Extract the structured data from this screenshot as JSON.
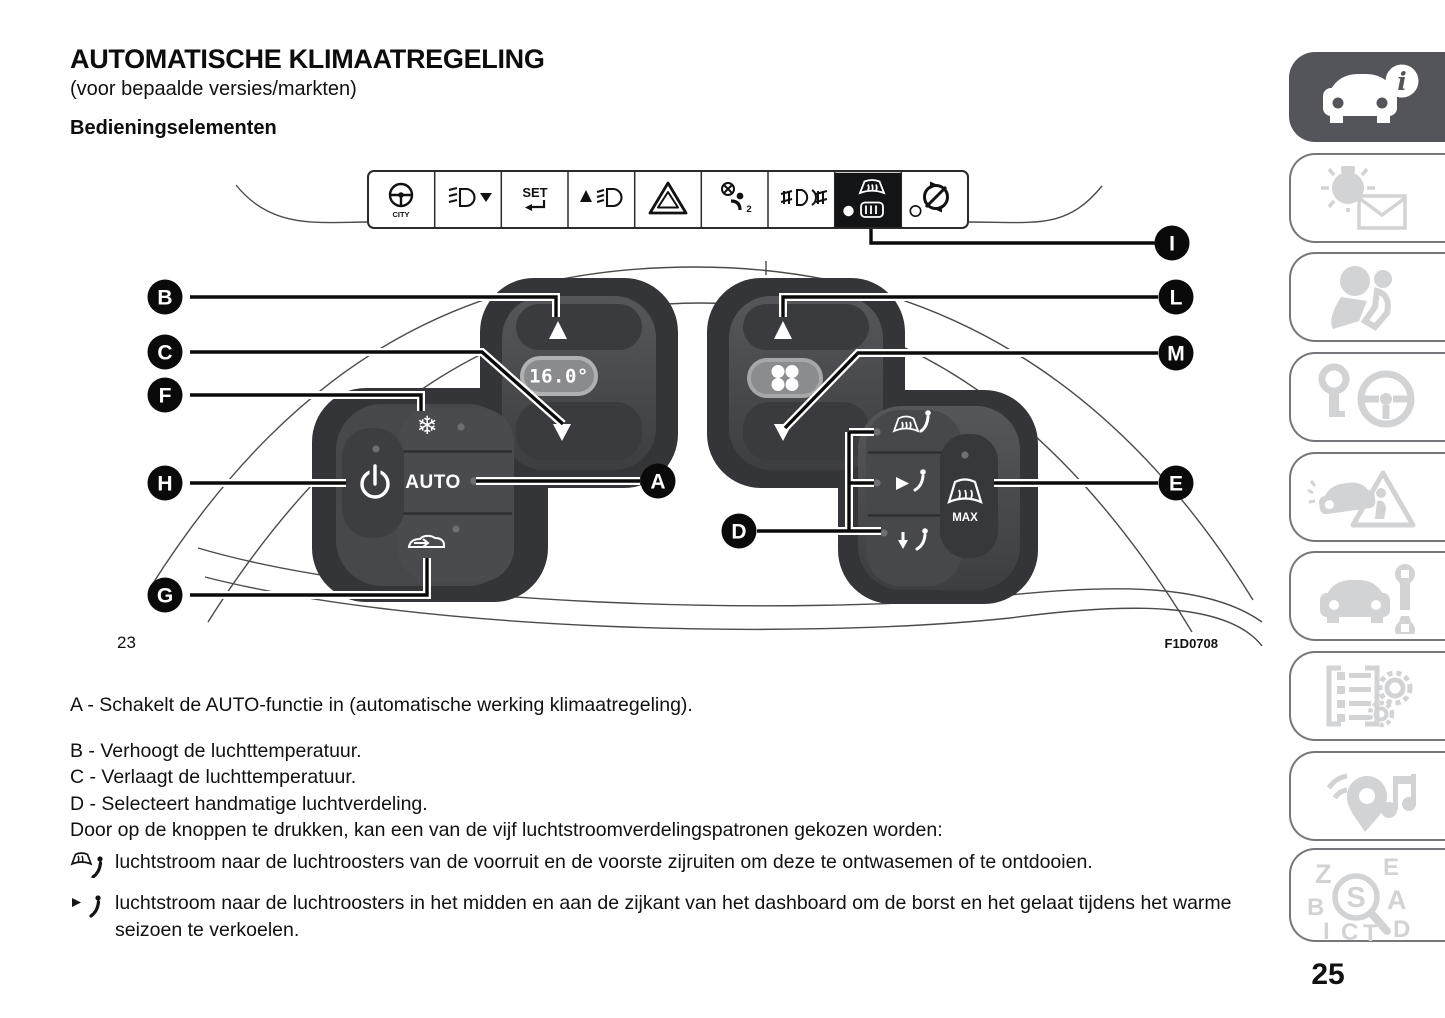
{
  "page": {
    "title": "AUTOMATISCHE KLIMAATREGELING",
    "subtitle": "(voor bepaalde versies/markten)",
    "section_heading": "Bedieningselementen",
    "figure_page_ref": "23",
    "figure_code": "F1D0708",
    "page_number": "25"
  },
  "diagram": {
    "strip": {
      "city_label": "CITY",
      "set_label": "SET",
      "airbag_subscript": "2",
      "buttons": [
        {
          "icon": "city-steering-icon"
        },
        {
          "icon": "headlight-leveling-icon"
        },
        {
          "icon": "set-return-icon"
        },
        {
          "icon": "headlight-up-icon"
        },
        {
          "icon": "hazard-lights-icon"
        },
        {
          "icon": "passenger-airbag-off-icon"
        },
        {
          "icon": "fog-lights-icon"
        },
        {
          "icon": "rear-window-defrost-icon",
          "active": true
        },
        {
          "icon": "esc-off-icon"
        }
      ]
    },
    "display_value": "16.0°",
    "auto_label": "AUTO",
    "max_label": "MAX",
    "callouts": {
      "a": "A",
      "b": "B",
      "c": "C",
      "d": "D",
      "e": "E",
      "f": "F",
      "g": "G",
      "h": "H",
      "i": "I",
      "l": "L",
      "m": "M"
    }
  },
  "description": {
    "items": [
      "A - Schakelt de AUTO-functie in (automatische werking klimaatregeling).",
      "B - Verhoogt de luchttemperatuur.",
      "C - Verlaagt de luchttemperatuur.",
      "D - Selecteert handmatige luchtverdeling."
    ],
    "intro": "Door op de knoppen te drukken, kan een van de vijf luchtstroomverdelingspatronen gekozen worden:",
    "bullets": [
      {
        "icon": "windshield-airflow-icon",
        "text": "luchtstroom naar de luchtroosters van de voorruit en de voorste zijruiten om deze te ontwasemen of te ontdooien."
      },
      {
        "icon": "mid-vents-airflow-icon",
        "text": "luchtstroom naar de luchtroosters in het midden en aan de zijkant van het dashboard om de borst en het gelaat tijdens het warme seizoen te verkoelen."
      }
    ]
  },
  "sidebar": {
    "items": [
      {
        "icon": "car-info-icon",
        "active": true,
        "badge": "i"
      },
      {
        "icon": "warning-lights-messages-icon"
      },
      {
        "icon": "safety-airbag-icon"
      },
      {
        "icon": "starting-driving-icon"
      },
      {
        "icon": "emergency-icon"
      },
      {
        "icon": "maintenance-icon"
      },
      {
        "icon": "technical-data-icon"
      },
      {
        "icon": "multimedia-icon"
      },
      {
        "icon": "alphabetical-index-icon"
      }
    ],
    "index_letters": [
      "Z",
      "E",
      "B",
      "A",
      "D",
      "I",
      "C",
      "T"
    ],
    "magnifier_letter": "S"
  },
  "colors": {
    "active_tab_bg": "#54555a",
    "tile_icon": "#d2d3d5",
    "tile_border": "#76777a",
    "pod_dark": "#343538",
    "callout_black": "#0a0a0a"
  }
}
